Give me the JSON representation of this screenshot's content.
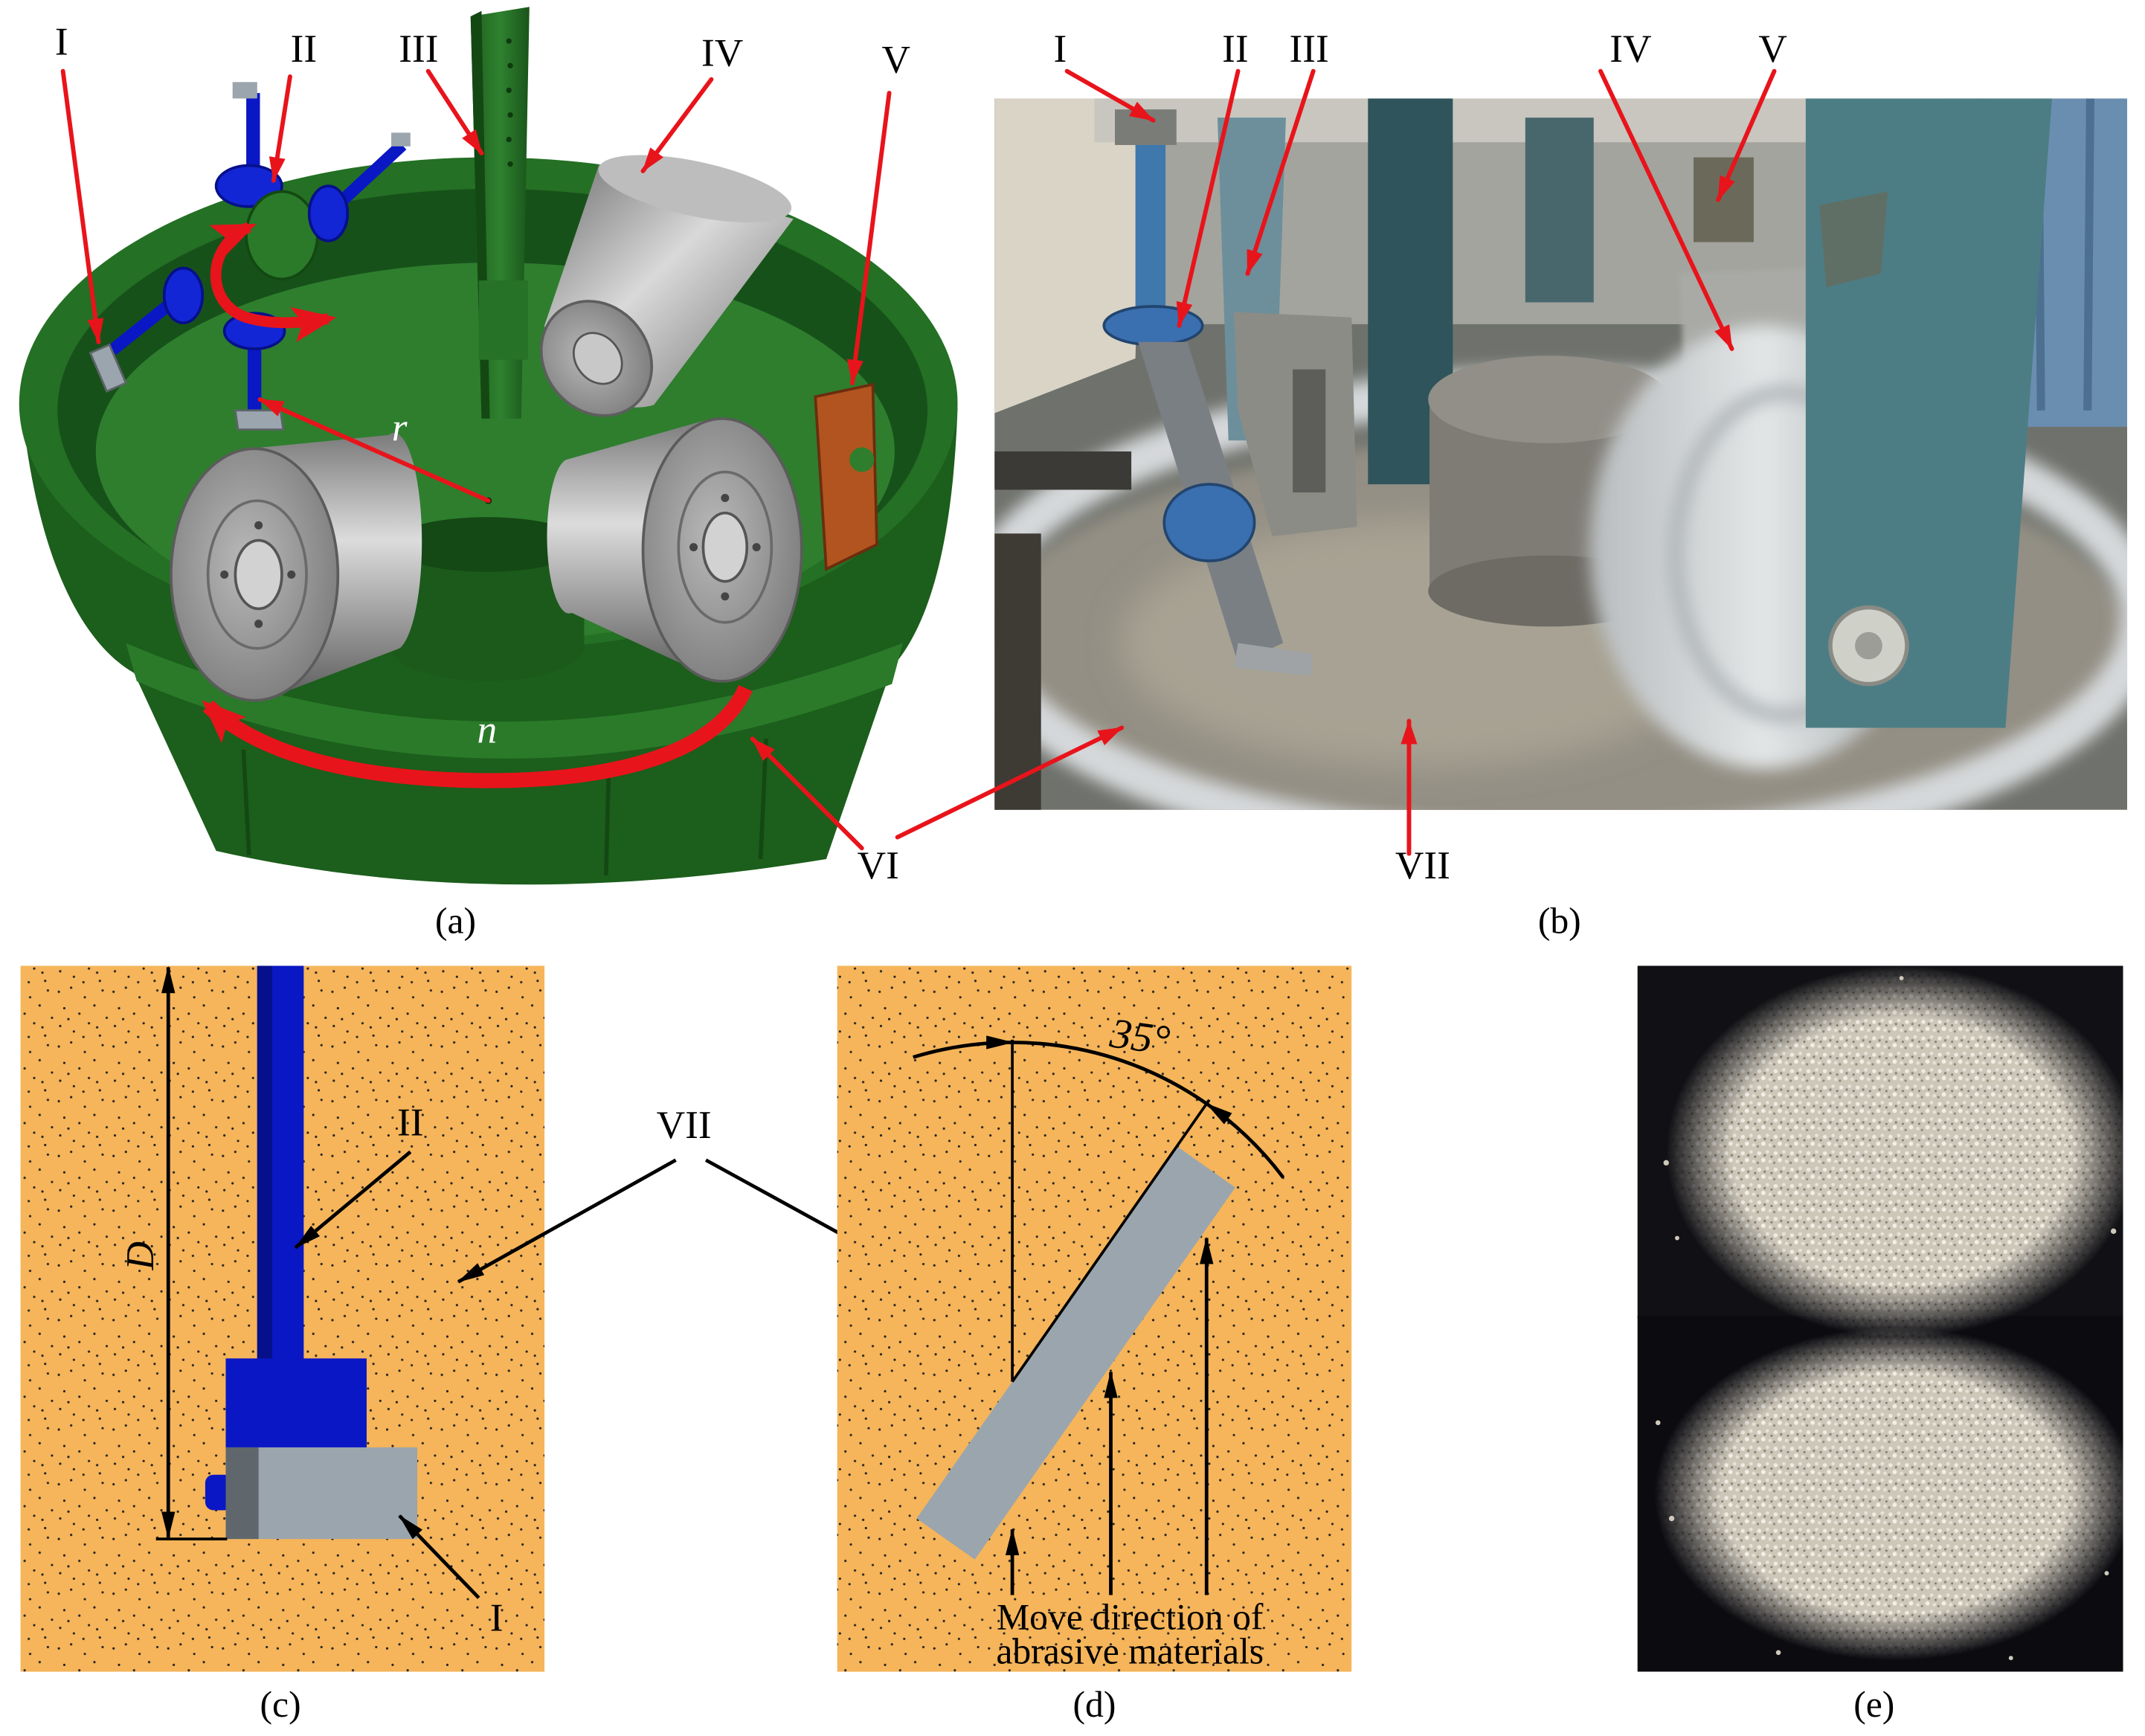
{
  "figure": {
    "panel_a": {
      "caption": "(a)",
      "callout_i": "I",
      "callout_ii": "II",
      "callout_iii": "III",
      "callout_iv": "IV",
      "callout_v": "V",
      "radius_symbol": "r",
      "speed_symbol": "n"
    },
    "shared_callout_vi": "VI",
    "panel_b": {
      "caption": "(b)",
      "callout_i": "I",
      "callout_ii": "II",
      "callout_iii": "III",
      "callout_iv": "IV",
      "callout_v": "V",
      "callout_vii": "VII"
    },
    "panel_c": {
      "caption": "(c)",
      "dimension_symbol": "D",
      "callout_ii": "II",
      "callout_i": "I"
    },
    "shared_callout_vii": "VII",
    "panel_d": {
      "caption": "(d)",
      "angle_label": "35°",
      "flow_note_line1": "Move direction of",
      "flow_note_line2": "abrasive materials"
    },
    "panel_e": {
      "caption": "(e)"
    }
  },
  "colors": {
    "bowl_green": "#226c22",
    "arrow_red": "#e8141b",
    "abrasive_orange": "#f6b55a",
    "holder_blue": "#0a17c4",
    "blade_gray": "#9ba5ad",
    "liner_copper": "#b2541f"
  }
}
